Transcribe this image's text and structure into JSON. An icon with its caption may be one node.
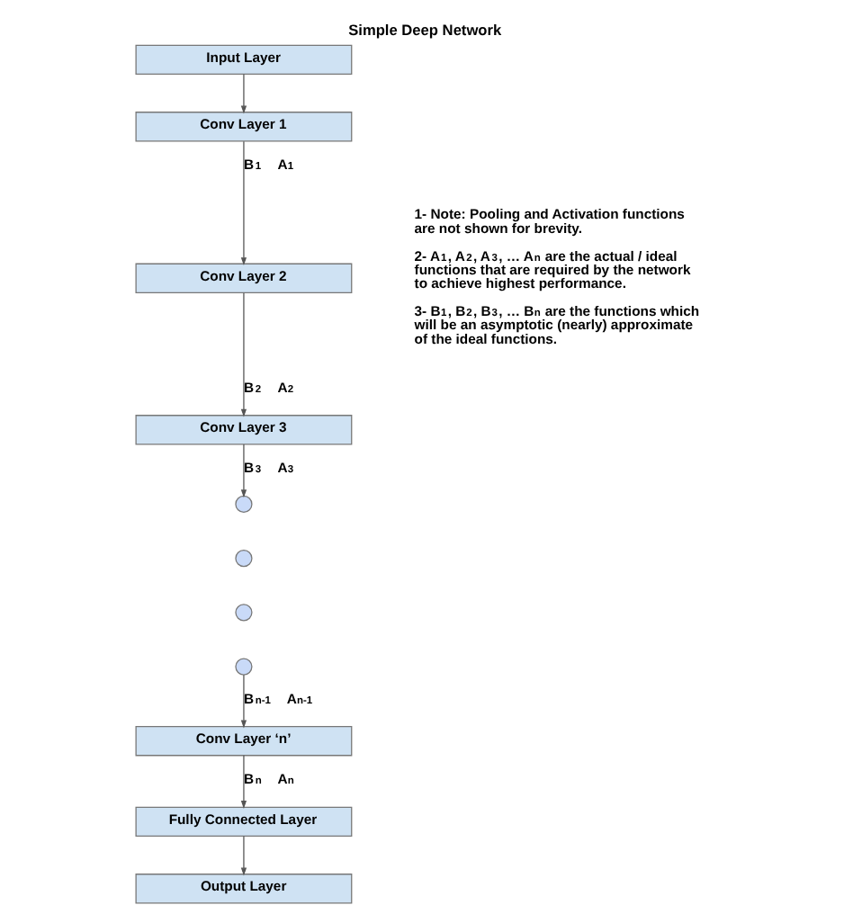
{
  "diagram": {
    "title": "Simple Deep Network",
    "nodes": [
      {
        "text": [
          "Input Layer"
        ]
      },
      {
        "text": [
          "Conv Layer 1"
        ]
      },
      {
        "text": [
          "Conv Layer 2"
        ]
      },
      {
        "text": [
          "Conv Layer 3"
        ]
      },
      {
        "text": [],
        "shape": "circle"
      },
      {
        "text": [],
        "shape": "circle"
      },
      {
        "text": [],
        "shape": "circle"
      },
      {
        "text": [],
        "shape": "circle"
      },
      {
        "text": [
          "Conv Layer ‘n’"
        ]
      },
      {
        "text": [
          "Fully Connected Layer"
        ]
      },
      {
        "text": [
          "Output Layer"
        ]
      }
    ],
    "edges": [
      {
        "from": 0,
        "to": 1,
        "arrow": "to"
      },
      {
        "from": 1,
        "to": 2,
        "arrow": "to",
        "label": "B$_{1}$ A$_{1}$"
      },
      {
        "from": 2,
        "to": 3,
        "arrow": "to",
        "label": "B$_{2}$ A$_{2}$"
      },
      {
        "from": 3,
        "to": 4,
        "arrow": "to",
        "label": "B$_{3}$ A$_{3}$"
      },
      {
        "from": 7,
        "to": 8,
        "arrow": "to",
        "label": "B$_{n-1}$ A$_{n-1}$"
      },
      {
        "from": 8,
        "to": 9,
        "arrow": "to",
        "label": "B$_{n}$ A$_{n}$"
      },
      {
        "from": 9,
        "to": 10,
        "arrow": "to"
      }
    ],
    "labels": [
      "1- Note: Pooling and Activation functions are not shown for brevity.",
      "2- A$_{1}$, A$_{2}$, A$_{3}$, … A$_{n}$ are the actual / ideal functions that are required by the network to achieve highest performance.",
      "3- B$_{1}$, B$_{2}$, B$_{3}$, … B$_{n}$ are the functions which will be an asymptotic (nearly) approximate of the ideal functions."
    ]
  }
}
